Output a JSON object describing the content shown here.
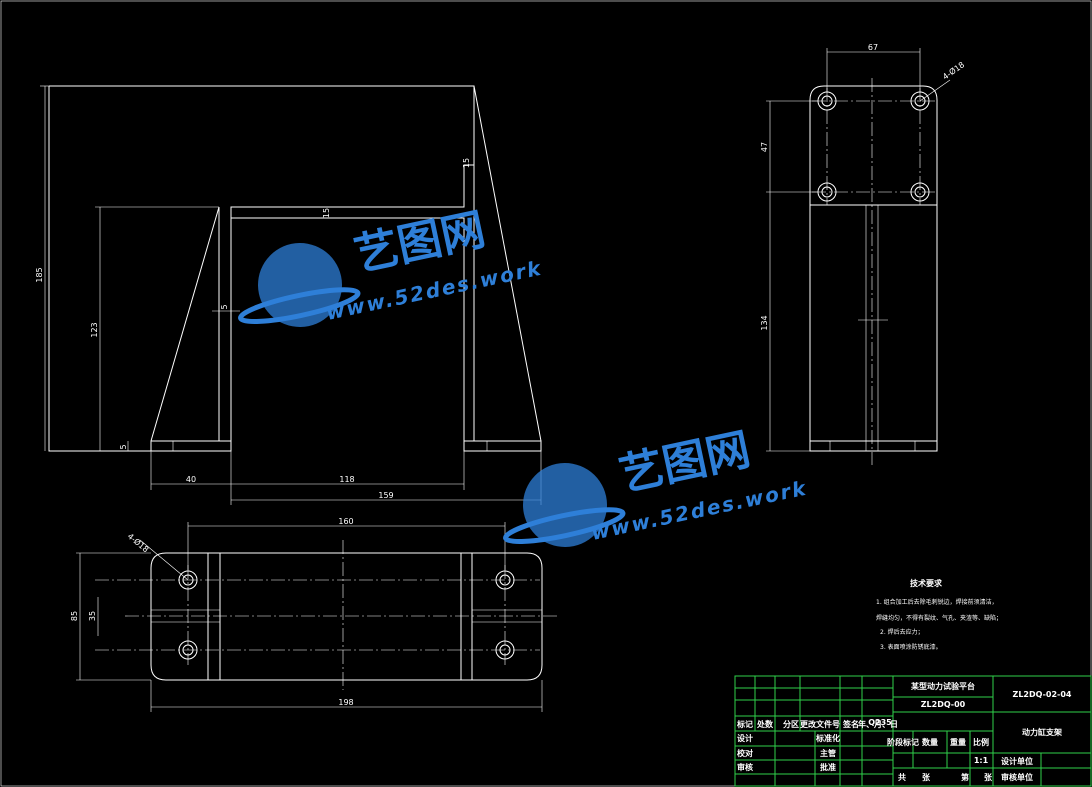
{
  "drawing": {
    "dims": {
      "front_height": "185",
      "front_inner_height": "123",
      "front_top_step": "15",
      "front_inner_step": "15",
      "front_wall": "5",
      "front_base": "5",
      "front_left_foot": "40",
      "front_inner_width": "118",
      "front_total_width": "159",
      "side_width": "67",
      "side_holes": "4-Ø18",
      "side_hole_spacing": "47",
      "side_lower_height": "134",
      "plan_hole_spacing": "160",
      "plan_holes": "4-Ø18",
      "plan_height": "85",
      "plan_inner": "35",
      "plan_total_width": "198"
    },
    "tech_notes": {
      "title": "技术要求",
      "lines": [
        "1. 组合加工后去除毛刺锐边，焊接前须清洁，",
        "焊缝均匀，不得有裂纹、气孔、夹渣等、缺陷；",
        "2. 焊后去应力；",
        "3. 表面喷涂防锈底漆。"
      ]
    },
    "title_block": {
      "project": "某型动力试验平台",
      "assembly_code": "ZL2DQ-00",
      "drawing_no": "ZL2DQ-02-04",
      "part_name": "动力缸支架",
      "material": "Q235",
      "scale": "1:1",
      "hdr_mark": "标记",
      "hdr_count": "处数",
      "hdr_zone": "分区",
      "hdr_doc": "更改文件号",
      "hdr_sign": "签名",
      "hdr_date": "年、月、日",
      "designer": "设计",
      "standardize": "标准化",
      "checker": "校对",
      "approver": "审核",
      "chief": "主管",
      "approve": "批准",
      "stage_mark": "阶段标记",
      "qty": "数量",
      "weight": "重量",
      "ratio": "比例",
      "unit": "设计单位",
      "total": "共",
      "sheet": "张",
      "page": "第",
      "page2": "张",
      "fill": "审核单位"
    },
    "watermark": {
      "brand": "艺图网",
      "url": "www.52des.work",
      "color": "#2e7fd8"
    }
  }
}
